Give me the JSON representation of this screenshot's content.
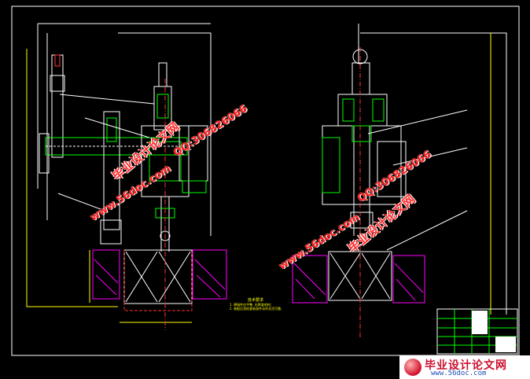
{
  "watermarks": [
    {
      "kind": "cn",
      "text": "毕业设计论文网"
    },
    {
      "kind": "url",
      "text": "www.56doc.com"
    },
    {
      "kind": "qq",
      "text": "QQ:306826066"
    },
    {
      "kind": "qq",
      "text": "QQ:306826066"
    },
    {
      "kind": "url",
      "text": "www.56doc.com"
    },
    {
      "kind": "cn",
      "text": "毕业设计论文网"
    }
  ],
  "tech_requirements": {
    "title": "技术要求",
    "lines": [
      "1. 焊接件应平整, 无焊渣毛刺;",
      "2. 装配后须检查各部件动作灵活可靠。"
    ]
  },
  "logo": {
    "text": "毕业设计论文网",
    "url": "www.56doc.com"
  },
  "colors": {
    "background": "#000000",
    "outline": "#ffffff",
    "part": "#00ff00",
    "dimension": "#ffff00",
    "ground": "#ff00ff",
    "leader": "#ffffff",
    "center": "#ff3333"
  }
}
